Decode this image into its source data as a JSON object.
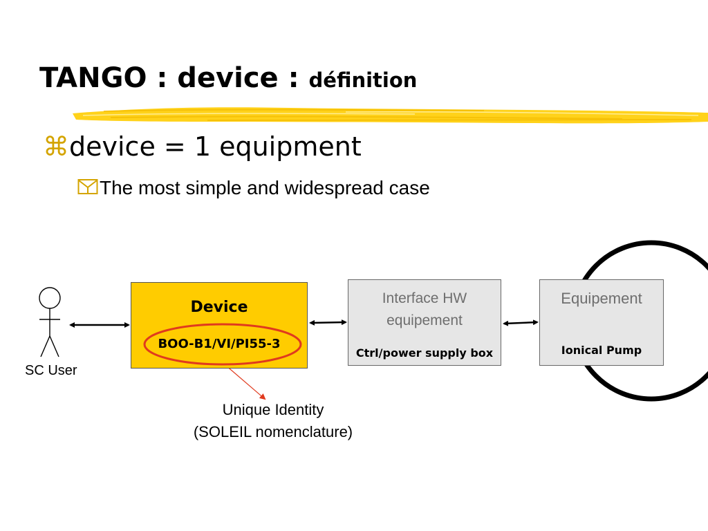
{
  "slide": {
    "title_main": "TANGO : device : ",
    "title_small": "définition",
    "bullet1_marker": "⌘",
    "bullet1_text": "device = 1 equipment",
    "bullet2_text": "The most simple and widespread case"
  },
  "diagram": {
    "user_label": "SC User",
    "device_title": "Device",
    "device_id": "BOO-B1/VI/PI55-3",
    "interface_title_line1": "Interface HW",
    "interface_title_line2": "equipement",
    "interface_sub": "Ctrl/power supply box",
    "equipment_title": "Equipement",
    "equipment_sub": "Ionical Pump",
    "annotation_line1": "Unique Identity",
    "annotation_line2": "(SOLEIL nomenclature)"
  },
  "colors": {
    "accent_yellow": "#ffcc00",
    "highlight_red": "#e03a1e",
    "box_grey": "#e6e6e6",
    "label_grey": "#6e6e6e"
  }
}
